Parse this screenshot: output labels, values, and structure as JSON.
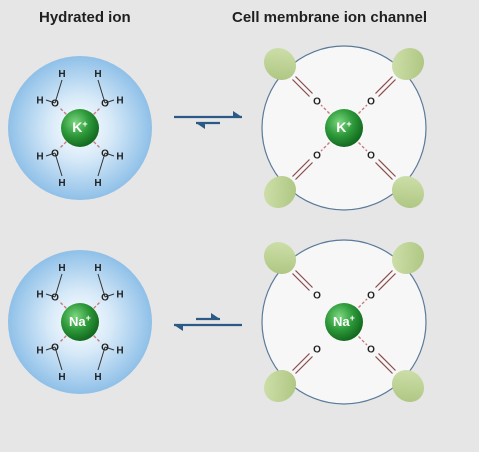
{
  "headings": {
    "left": "Hydrated ion",
    "right": "Cell membrane ion channel"
  },
  "rows": [
    {
      "ion": {
        "symbol": "K",
        "charge": "+"
      },
      "water_atoms": {
        "oxygen": "O",
        "hydrogen": "H"
      },
      "channel_oxygen": "O",
      "equilibrium_favors": "channel"
    },
    {
      "ion": {
        "symbol": "Na",
        "charge": "+"
      },
      "water_atoms": {
        "oxygen": "O",
        "hydrogen": "H"
      },
      "channel_oxygen": "O",
      "equilibrium_favors": "hydrated"
    }
  ],
  "colors": {
    "background": "#e6e6e6",
    "hydration_shell": "#9ecbee",
    "ion_sphere": "#2e9a3a",
    "channel_protein": "#b9cf93",
    "carbonyl_bond": "#8a4a4a",
    "coordination_line": "#c77b7b",
    "equilibrium_arrow": "#2c5a86",
    "channel_circle_stroke": "#5b7a99"
  }
}
